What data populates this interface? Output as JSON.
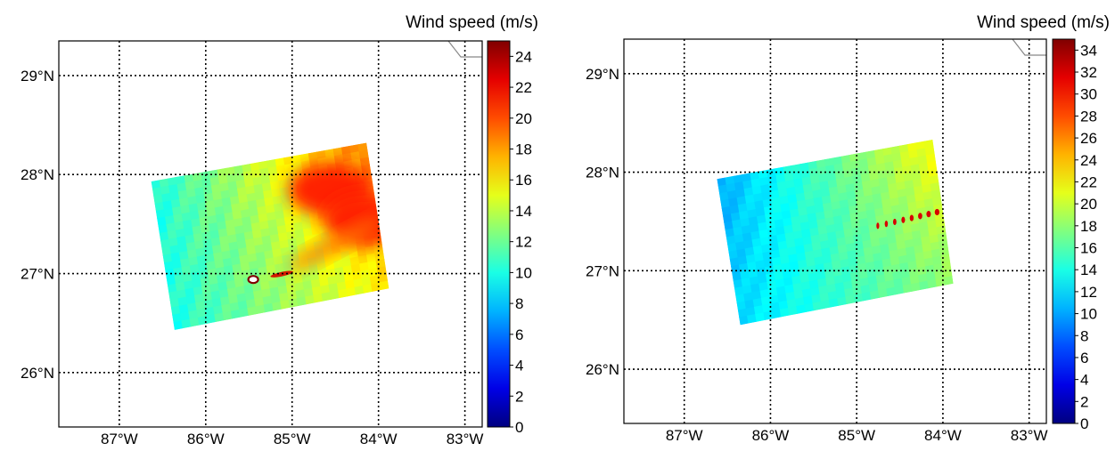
{
  "chart_data": [
    {
      "type": "heatmap",
      "title": "",
      "colorbar_label": "Wind speed (m/s)",
      "colormap": "jet",
      "xlim": [
        -87.7,
        -82.8
      ],
      "ylim": [
        25.45,
        29.35
      ],
      "grid": true,
      "x_ticks": [
        {
          "value": -87,
          "label": "87°W"
        },
        {
          "value": -86,
          "label": "86°W"
        },
        {
          "value": -85,
          "label": "85°W"
        },
        {
          "value": -84,
          "label": "84°W"
        },
        {
          "value": -83,
          "label": "83°W"
        }
      ],
      "y_ticks": [
        {
          "value": 26,
          "label": "26°N"
        },
        {
          "value": 27,
          "label": "27°N"
        },
        {
          "value": 28,
          "label": "28°N"
        },
        {
          "value": 29,
          "label": "29°N"
        }
      ],
      "colorbar_range": [
        0,
        25
      ],
      "colorbar_ticks": [
        "0",
        "2",
        "4",
        "6",
        "8",
        "10",
        "12",
        "14",
        "16",
        "18",
        "20",
        "22",
        "24"
      ],
      "swath_corners": [
        [
          -86.63,
          27.93
        ],
        [
          -84.14,
          28.32
        ],
        [
          -83.88,
          26.85
        ],
        [
          -86.36,
          26.43
        ]
      ],
      "swath_field": {
        "nw": 10,
        "ne": 19,
        "se": 16,
        "sw": 10
      },
      "features": [
        {
          "type": "hotspot",
          "lon": -84.55,
          "lat": 27.85,
          "value": 21
        },
        {
          "type": "hotspot",
          "lon": -84.15,
          "lat": 27.55,
          "value": 21
        },
        {
          "type": "band",
          "lon": -84.5,
          "lat": 27.3,
          "value": 19
        },
        {
          "type": "ring",
          "lon": -85.45,
          "lat": 26.94,
          "value": 25
        }
      ]
    },
    {
      "type": "heatmap",
      "title": "",
      "colorbar_label": "Wind speed (m/s)",
      "colormap": "jet",
      "xlim": [
        -87.7,
        -82.8
      ],
      "ylim": [
        25.45,
        29.35
      ],
      "grid": true,
      "x_ticks": [
        {
          "value": -87,
          "label": "87°W"
        },
        {
          "value": -86,
          "label": "86°W"
        },
        {
          "value": -85,
          "label": "85°W"
        },
        {
          "value": -84,
          "label": "84°W"
        },
        {
          "value": -83,
          "label": "83°W"
        }
      ],
      "y_ticks": [
        {
          "value": 26,
          "label": "26°N"
        },
        {
          "value": 27,
          "label": "27°N"
        },
        {
          "value": 28,
          "label": "28°N"
        },
        {
          "value": 29,
          "label": "29°N"
        }
      ],
      "colorbar_range": [
        0,
        35
      ],
      "colorbar_ticks": [
        "0",
        "2",
        "4",
        "6",
        "8",
        "10",
        "12",
        "14",
        "16",
        "18",
        "20",
        "22",
        "24",
        "26",
        "28",
        "30",
        "32",
        "34"
      ],
      "swath_corners": [
        [
          -86.62,
          27.93
        ],
        [
          -84.12,
          28.33
        ],
        [
          -83.88,
          26.87
        ],
        [
          -86.35,
          26.45
        ]
      ],
      "swath_field": {
        "nw": 10,
        "ne": 22,
        "se": 18,
        "sw": 12
      },
      "features": [
        {
          "type": "streak",
          "lon": -84.3,
          "lat": 27.6,
          "value": 32
        }
      ]
    }
  ]
}
